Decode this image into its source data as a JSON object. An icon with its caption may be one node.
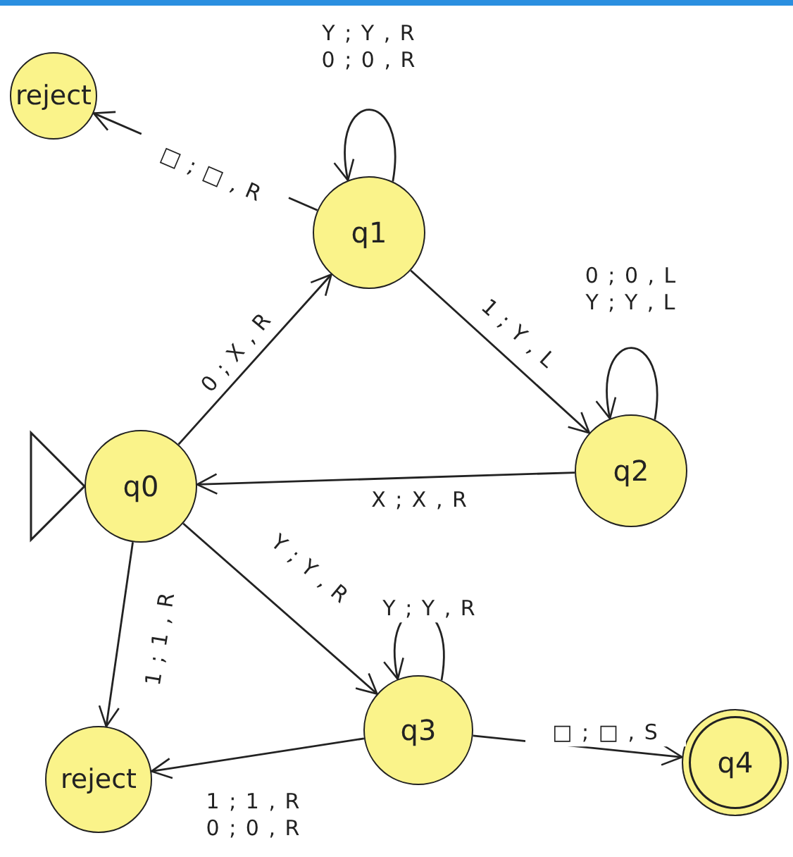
{
  "diagram": {
    "nodes": [
      {
        "text": [
          "reject"
        ]
      },
      {
        "text": [
          "q1"
        ]
      },
      {
        "text": [
          "q2"
        ]
      },
      {
        "text": [
          "q0"
        ]
      },
      {
        "text": [
          "q3"
        ]
      },
      {
        "text": [
          "reject"
        ]
      },
      {
        "text": [
          "q4"
        ]
      }
    ],
    "edges": [
      {
        "from": 1,
        "to": 0,
        "arrow": "to",
        "label": "□ ; □ , R"
      },
      {
        "from": 1,
        "to": 1,
        "arrow": "to",
        "label": "Y ; Y , R 0 ; 0 , R"
      },
      {
        "from": 3,
        "to": 1,
        "arrow": "to",
        "label": "0 ; X , R"
      },
      {
        "from": 1,
        "to": 2,
        "arrow": "to",
        "label": "1 ; Y , L"
      },
      {
        "from": 2,
        "to": 2,
        "arrow": "to",
        "label": "0 ; 0 , L Y ; Y , L"
      },
      {
        "from": 2,
        "to": 3,
        "arrow": "to",
        "label": "X ; X , R"
      },
      {
        "from": 3,
        "to": 5,
        "arrow": "to",
        "label": "1 ; 1 , R"
      },
      {
        "from": 3,
        "to": 4,
        "arrow": "to",
        "label": "Y ; Y , R"
      },
      {
        "from": 4,
        "to": 4,
        "arrow": "to",
        "label": "Y ; Y , R"
      },
      {
        "from": 4,
        "to": 5,
        "arrow": "to",
        "label": "1 ; 1 , R 0 ; 0 , R"
      },
      {
        "from": 4,
        "to": 6,
        "arrow": "to",
        "label": "□ ; □ , S"
      }
    ]
  }
}
